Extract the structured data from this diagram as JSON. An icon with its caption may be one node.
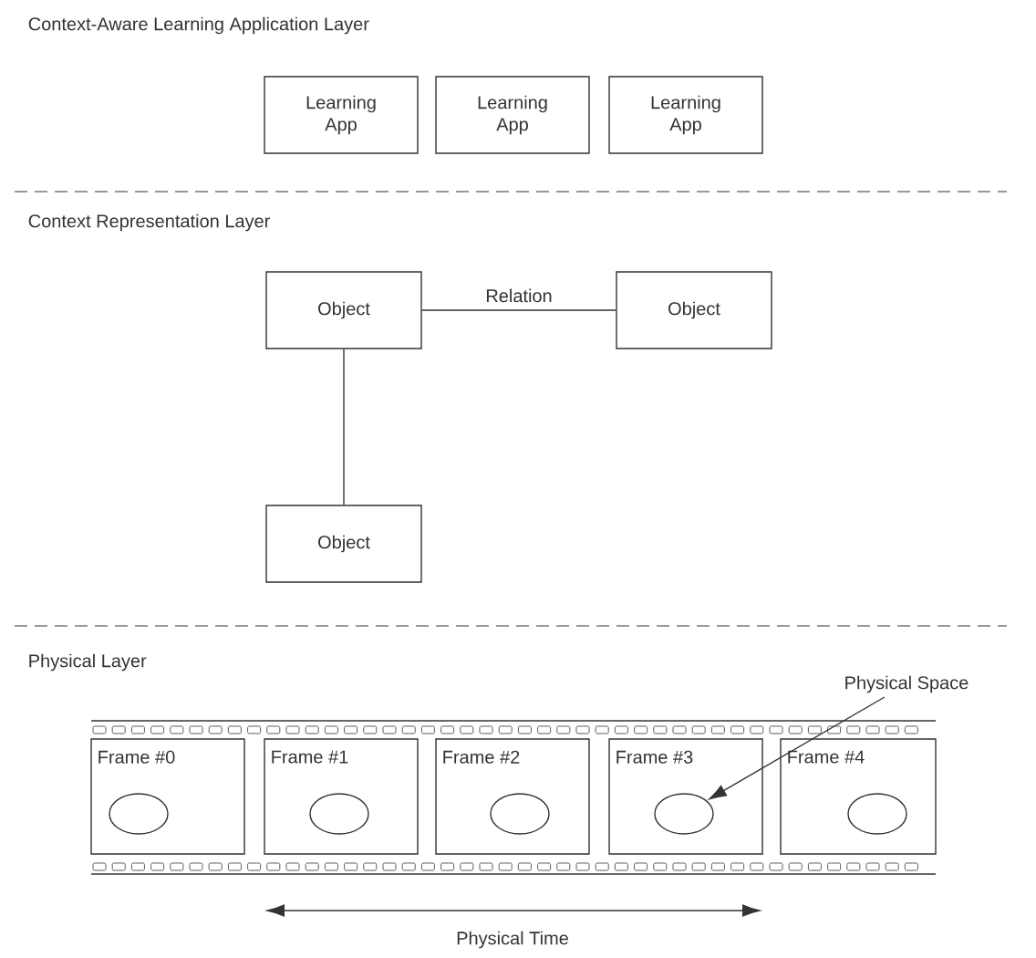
{
  "diagram": {
    "nodes": [
      {
        "text": [
          "Learning App"
        ]
      },
      {
        "text": [
          "Learning App"
        ]
      },
      {
        "text": [
          "Learning App"
        ]
      },
      {
        "text": [
          "Object"
        ]
      },
      {
        "text": [
          "Object"
        ]
      },
      {
        "text": [
          "Object"
        ]
      },
      {
        "text": [
          "Frame #0"
        ]
      },
      {
        "text": [
          "Frame #1"
        ]
      },
      {
        "text": [
          "Frame #2"
        ]
      },
      {
        "text": [
          "Frame #3"
        ]
      },
      {
        "text": [
          "Frame #4"
        ]
      },
      {
        "text": [],
        "shape": "circle",
        "in": 6
      },
      {
        "text": [],
        "shape": "circle",
        "in": 7
      },
      {
        "text": [],
        "shape": "circle",
        "in": 8
      },
      {
        "text": [],
        "shape": "circle",
        "in": 9
      },
      {
        "text": [],
        "shape": "circle",
        "in": 10
      },
      {
        "text": [
          "Physical Space"
        ]
      }
    ],
    "edges": [
      {
        "from": 3,
        "to": 4,
        "arrow": "none",
        "label": "Relation"
      },
      {
        "from": 3,
        "to": 5,
        "arrow": "none"
      },
      {
        "from": 16,
        "to": 14,
        "arrow": "to"
      }
    ],
    "labels": [
      "Context-Aware Learning Application Layer",
      "Context Representation Layer",
      "Physical Layer",
      "Physical Time"
    ]
  }
}
